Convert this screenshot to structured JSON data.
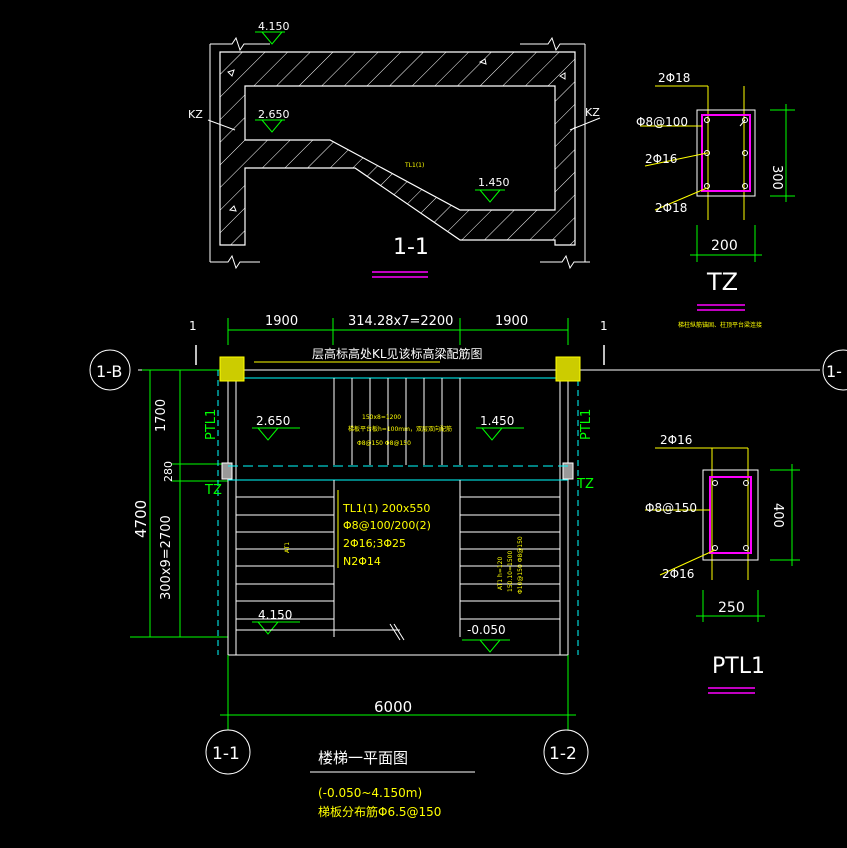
{
  "section_1_1": {
    "elev_top": "4.150",
    "elev_mid_left": "2.650",
    "elev_mid_right": "1.450",
    "kz_left": "KZ",
    "kz_right": "KZ",
    "slab_tag": "TL1(1)",
    "title": "1-1"
  },
  "tz_section": {
    "top_bar": "2Φ18",
    "stirrup": "Φ8@100",
    "mid_bar": "2Φ16",
    "bottom_bar": "2Φ18",
    "height": "300",
    "width": "200",
    "title": "TZ",
    "note": "梯柱纵筋锚固、柱顶平台梁连接"
  },
  "ptl1_section": {
    "top_bar": "2Φ16",
    "stirrup": "Φ8@150",
    "bottom_bar": "2Φ16",
    "height": "400",
    "width": "250",
    "title": "PTL1"
  },
  "plan": {
    "dim_left": "1900",
    "dim_mid": "314.28x7=2200",
    "dim_right": "1900",
    "cut_left": "1",
    "cut_right": "1",
    "axis_1b": "1-B",
    "axis_1c": "1-",
    "axis_11": "1-1",
    "axis_12": "1-2",
    "beam_note": "层高标高处KL见该标高梁配筋图",
    "dim_1700": "1700",
    "dim_280": "280",
    "dim_4700": "4700",
    "dim_stairs": "300x9=2700",
    "ptl1_left": "PTL1",
    "ptl1_right": "PTL1",
    "tz_left": "TZ",
    "tz_right": "TZ",
    "elev_landing_left": "2.650",
    "elev_landing_right": "1.450",
    "landing_slab_1": "150x8=1200",
    "landing_slab_2": "梯板平台板h=100mm，双层双向配筋",
    "landing_slab_3": "Φ8@150 Φ8@150",
    "tl_line1": "TL1(1) 200x550",
    "tl_line2": "Φ8@100/200(2)",
    "tl_line3": "2Φ16;3Φ25",
    "tl_line4": "N2Φ14",
    "at1_left": "AT1",
    "at1_right_1": "AT1 h=120",
    "at1_right_2": "150.10=1500",
    "at1_right_3": "Φ10@150 Φ8@150",
    "elev_bottom_left": "4.150",
    "elev_bottom_right": "-0.050",
    "dim_6000": "6000",
    "title": "楼梯一平面图",
    "subtitle": "(-0.050~4.150m)",
    "dist_note": "梯板分布筋Φ6.5@150"
  }
}
